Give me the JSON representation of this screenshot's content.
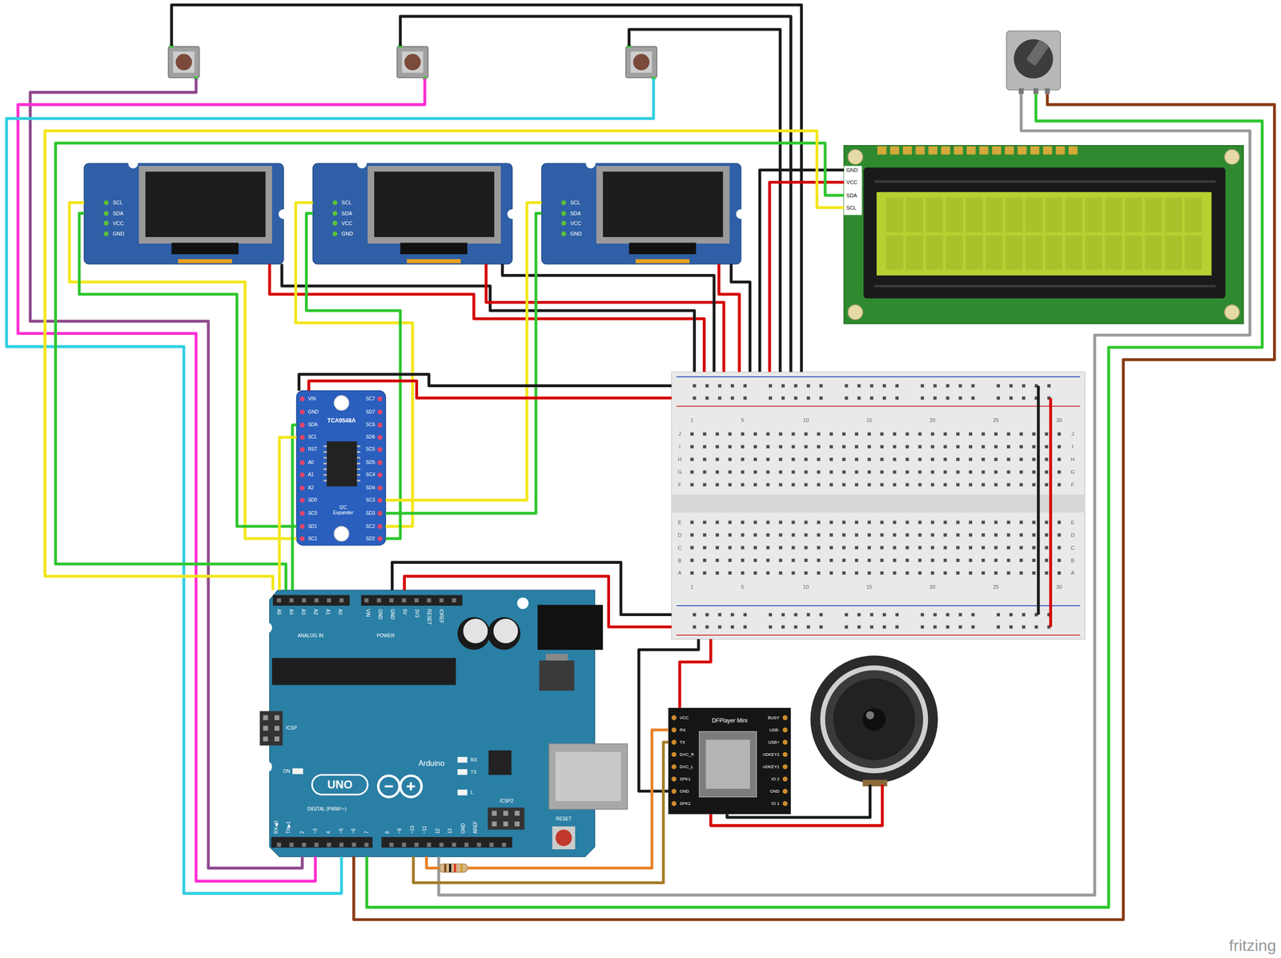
{
  "diagram": {
    "nodes": [
      {
        "text": [
          "SCL",
          "SDA",
          "VCC",
          "GND"
        ]
      },
      {
        "text": [
          "SCL",
          "SDA",
          "VCC",
          "GND"
        ]
      },
      {
        "text": [
          "SCL",
          "SDA",
          "VCC",
          "GND"
        ]
      },
      {
        "text": [
          "GND",
          "VCC",
          "SDA",
          "SCL"
        ]
      },
      {
        "text": [
          "VIN",
          "GND",
          "SDA",
          "SCL",
          "RST",
          "A0",
          "A1",
          "A2",
          "SD0",
          "SC0",
          "SD1",
          "SC1",
          "SC7",
          "SD7",
          "SC6",
          "SD6",
          "SC5",
          "SD5",
          "SC4",
          "SD4",
          "SC3",
          "SD3",
          "SC2",
          "SD2",
          "TCA9548A",
          "I2C Expander"
        ]
      },
      {
        "text": [
          "1",
          "5",
          "10",
          "15",
          "20",
          "25",
          "30",
          "J",
          "I",
          "H",
          "G",
          "F",
          "E",
          "D",
          "C",
          "B",
          "A",
          "J",
          "I",
          "H",
          "G",
          "F",
          "E",
          "D",
          "C",
          "B",
          "A",
          "1",
          "5",
          "10",
          "15",
          "20",
          "25",
          "30"
        ]
      },
      {
        "text": [
          "A5",
          "A4",
          "A3",
          "A2",
          "A1",
          "A0",
          "ANALOG IN",
          "VIN",
          "GND",
          "GND",
          "5V",
          "3V3",
          "RESET",
          "IOREF",
          "POWER",
          "ICSP",
          "ON",
          "UNO",
          "Arduino",
          "TX",
          "RX",
          "L",
          "ICSP2",
          "RESET",
          "DIGITAL (PWM=~)",
          "RX◀0",
          "TX▶1",
          "2",
          "~3",
          "4",
          "~5",
          "~6",
          "7",
          "8",
          "~9",
          "~10",
          "~11",
          "12",
          "13",
          "GND",
          "AREF"
        ]
      },
      {
        "text": [
          "DFPlayer Mini",
          "VCC",
          "RX",
          "TX",
          "DAC_R",
          "DAC_L",
          "SPK1",
          "GND",
          "SPK2",
          "BUSY",
          "USB-",
          "USB+",
          "ADKEY2",
          "ADKEY1",
          "IO 2",
          "GND",
          "IO 1"
        ]
      }
    ],
    "edges": [
      {
        "from": 0,
        "to": 4,
        "arrow": "none"
      },
      {
        "from": 0,
        "to": 4,
        "arrow": "none"
      },
      {
        "from": 0,
        "to": 5,
        "arrow": "none"
      },
      {
        "from": 0,
        "to": 5,
        "arrow": "none"
      },
      {
        "from": 1,
        "to": 4,
        "arrow": "none"
      },
      {
        "from": 1,
        "to": 4,
        "arrow": "none"
      },
      {
        "from": 1,
        "to": 5,
        "arrow": "none"
      },
      {
        "from": 1,
        "to": 5,
        "arrow": "none"
      },
      {
        "from": 2,
        "to": 4,
        "arrow": "none"
      },
      {
        "from": 2,
        "to": 4,
        "arrow": "none"
      },
      {
        "from": 2,
        "to": 5,
        "arrow": "none"
      },
      {
        "from": 2,
        "to": 5,
        "arrow": "none"
      },
      {
        "from": 3,
        "to": 5,
        "arrow": "none"
      },
      {
        "from": 3,
        "to": 5,
        "arrow": "none"
      },
      {
        "from": 3,
        "to": 6,
        "arrow": "none"
      },
      {
        "from": 3,
        "to": 6,
        "arrow": "none"
      },
      {
        "from": 4,
        "to": 5,
        "arrow": "none"
      },
      {
        "from": 4,
        "to": 5,
        "arrow": "none"
      },
      {
        "from": 4,
        "to": 6,
        "arrow": "none"
      },
      {
        "from": 4,
        "to": 6,
        "arrow": "none"
      },
      {
        "from": 6,
        "to": 5,
        "arrow": "none"
      },
      {
        "from": 6,
        "to": 5,
        "arrow": "none"
      },
      {
        "from": 7,
        "to": 5,
        "arrow": "none"
      },
      {
        "from": 7,
        "to": 5,
        "arrow": "none"
      },
      {
        "from": 7,
        "to": 6,
        "arrow": "none"
      },
      {
        "from": 7,
        "to": 6,
        "arrow": "none"
      }
    ],
    "labels": [
      "fritzing"
    ]
  }
}
